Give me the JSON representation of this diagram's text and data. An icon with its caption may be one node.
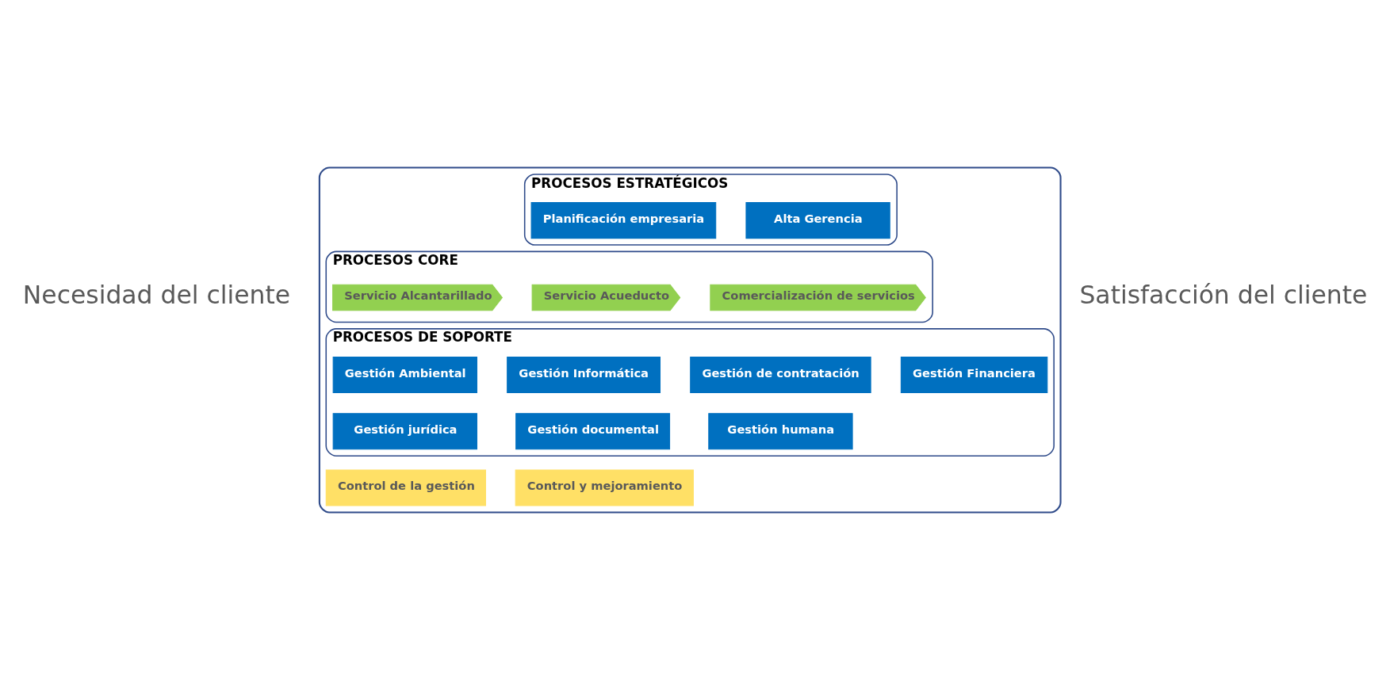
{
  "diagram": {
    "nodes": [
      {
        "text": [],
        "shape": "box"
      },
      {
        "text": [
          "PROCESOS ESTRATÉGICOS"
        ],
        "in": 0
      },
      {
        "text": [
          "Alta Gerencia"
        ],
        "in": 1
      },
      {
        "text": [
          "Planificación empresaria"
        ],
        "in": 1
      },
      {
        "text": [
          "PROCESOS CORE"
        ],
        "in": 0
      },
      {
        "text": [
          "Comercialización de servicios"
        ],
        "in": 4
      },
      {
        "text": [
          "Servicio Acueducto"
        ],
        "in": 4
      },
      {
        "text": [
          "Servicio Alcantarillado"
        ],
        "in": 4
      },
      {
        "text": [
          "PROCESOS DE SOPORTE"
        ],
        "in": 0
      },
      {
        "text": [
          "Gestión Financiera"
        ],
        "in": 8
      },
      {
        "text": [
          "Gestión de contratación"
        ],
        "in": 8
      },
      {
        "text": [
          "Gestión Informática"
        ],
        "in": 8
      },
      {
        "text": [
          "Gestión Ambiental"
        ],
        "in": 8
      },
      {
        "text": [
          "Gestión humana"
        ],
        "in": 8
      },
      {
        "text": [
          "Gestión documental"
        ],
        "in": 8
      },
      {
        "text": [
          "Gestión jurídica"
        ],
        "in": 8
      },
      {
        "text": [
          "Control y mejoramiento"
        ],
        "in": 0
      },
      {
        "text": [
          "Control de la gestión"
        ],
        "in": 0
      }
    ],
    "edges": [],
    "labels": [
      "Necesidad del cliente",
      "Satisfacción del cliente"
    ]
  }
}
